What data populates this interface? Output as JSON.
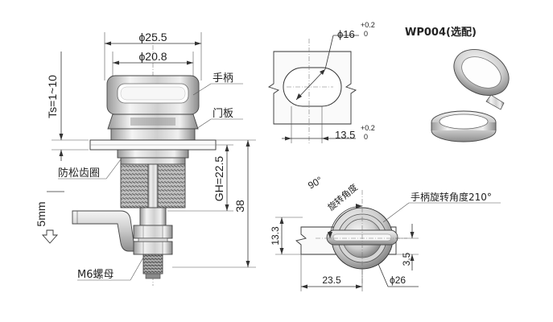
{
  "front": {
    "d_outer": "ϕ25.5",
    "d_inner": "ϕ20.8",
    "ts": "Ts=1~10",
    "gh": "GH=22.5",
    "h": "38",
    "push": "5mm",
    "handle": "手柄",
    "panel": "门板",
    "washer": "防松齿圈",
    "nut": "M6螺母"
  },
  "cutout": {
    "dia": "ϕ16",
    "dia_tol_up": "+0.2",
    "dia_tol_low": "0",
    "flat": "13.5",
    "flat_tol_up": "+0.2",
    "flat_tol_low": "0"
  },
  "accessory": {
    "title": "WP004(选配)"
  },
  "top": {
    "angle": "90°",
    "rot_label": "旋转角度",
    "handle_rot": "手柄旋转角度210°",
    "h_dim": "13.3",
    "w_dim": "23.5",
    "dia": "ϕ26",
    "offset": "3.5"
  },
  "colors": {
    "line": "#333333",
    "metal_light": "#f2f2f2",
    "metal_dark": "#8c8c8c"
  }
}
